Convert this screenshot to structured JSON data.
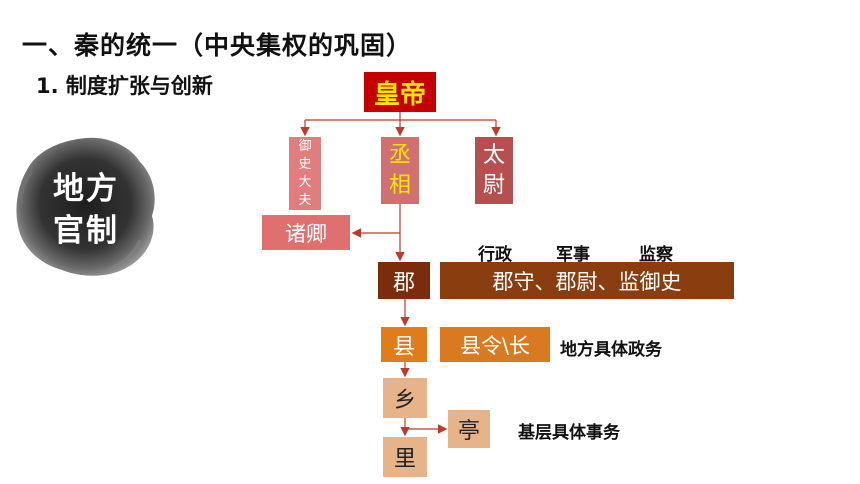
{
  "header": {
    "title": "一、秦的统一（中央集权的巩固）",
    "subtitle": "1. 制度扩张与创新"
  },
  "badge": {
    "line1": "地方",
    "line2": "官制"
  },
  "nodes": {
    "emperor": "皇帝",
    "yushi": [
      "御",
      "史",
      "大",
      "夫"
    ],
    "chengxiang": [
      "丞",
      "相"
    ],
    "taiwei": [
      "太",
      "尉"
    ],
    "zhuqing": "诸卿",
    "jun": "郡",
    "jun_officials": "郡守、郡尉、监御史",
    "xian": "县",
    "xian_official": "县令\\长",
    "xiang": "乡",
    "ting": "亭",
    "li": "里"
  },
  "labels": {
    "admin": "行政",
    "military": "军事",
    "supervision": "监察"
  },
  "notes": {
    "county": "地方具体政务",
    "grassroots": "基层具体事务"
  },
  "colors": {
    "emperor_bg": "#c40000",
    "emperor_text": "#ffe600",
    "arrow": "#c0392b",
    "jun_bg": "#7b2d0b",
    "xian_bg": "#e07d1a",
    "grassroots_bg": "#e7b48a"
  }
}
